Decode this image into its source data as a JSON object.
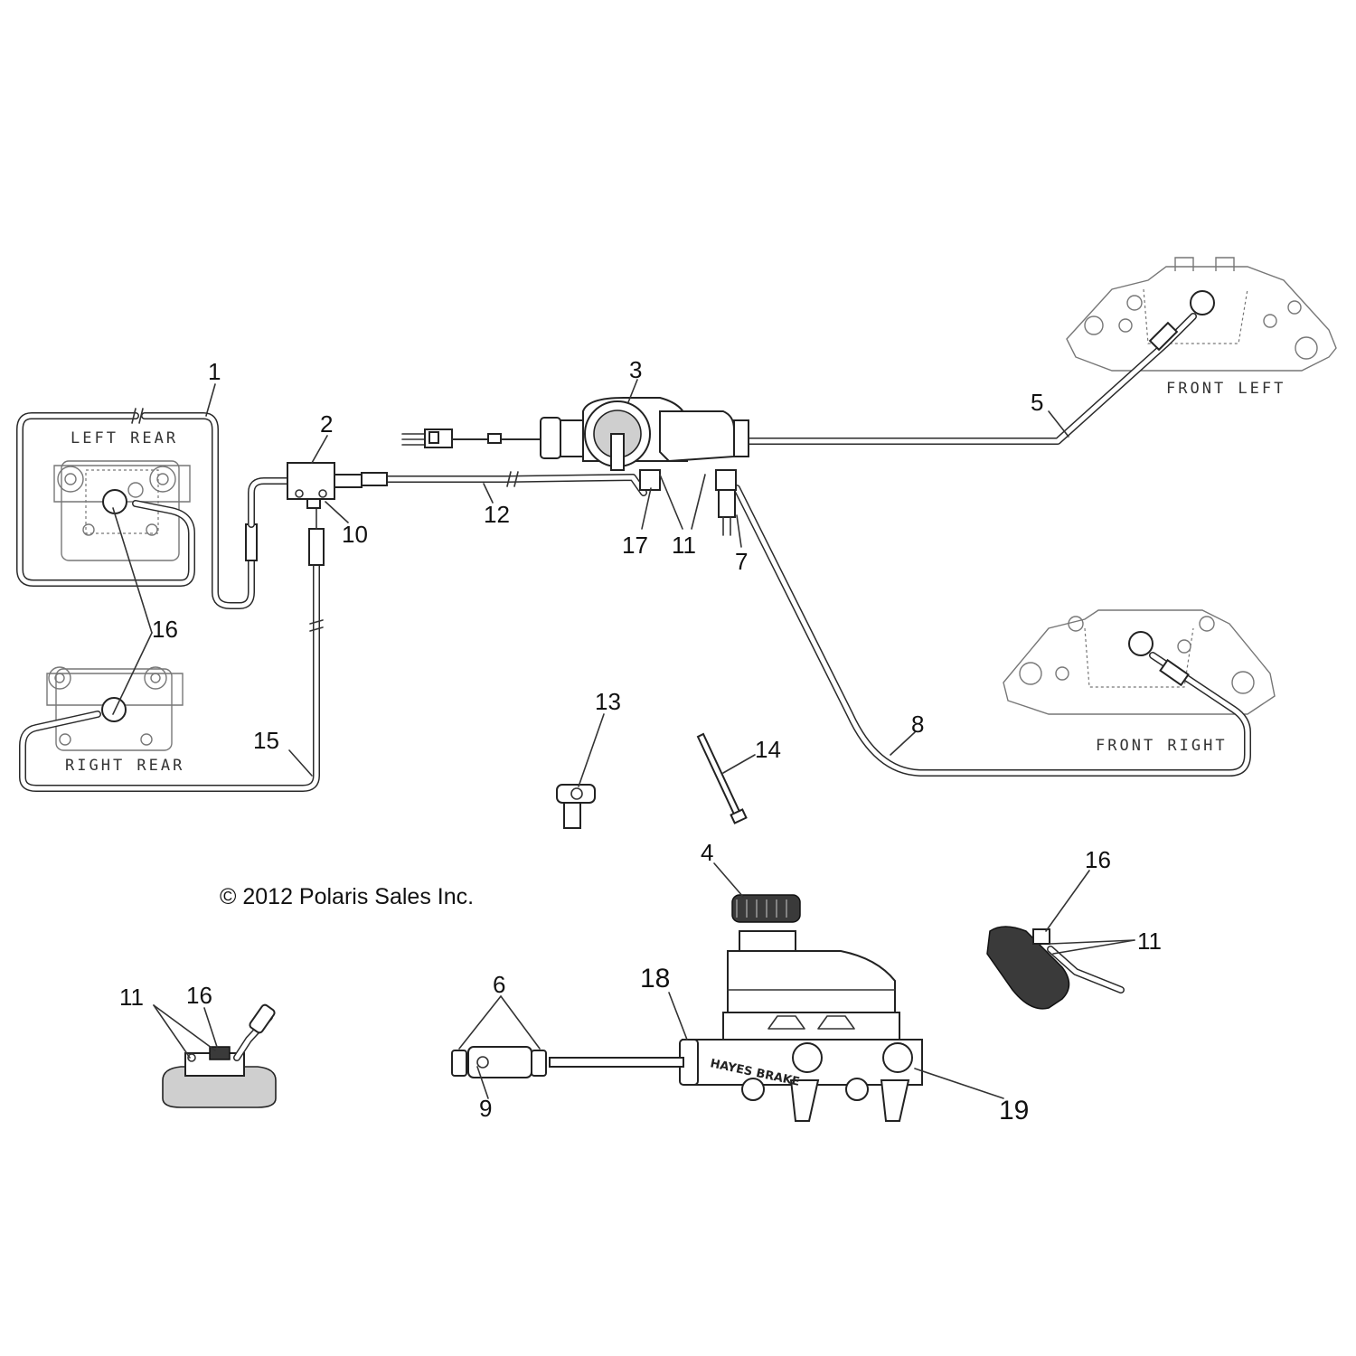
{
  "copyright": "© 2012 Polaris Sales Inc.",
  "captions": {
    "left_rear": "LEFT REAR",
    "right_rear": "RIGHT REAR",
    "front_left": "FRONT LEFT",
    "front_right": "FRONT RIGHT"
  },
  "brand_text": "HAYES BRAKE",
  "callouts": {
    "c1": "1",
    "c2": "2",
    "c3": "3",
    "c4": "4",
    "c5": "5",
    "c6": "6",
    "c7": "7",
    "c8": "8",
    "c9": "9",
    "c10": "10",
    "c11a": "11",
    "c11b": "11",
    "c11c": "11",
    "c12": "12",
    "c13": "13",
    "c14": "14",
    "c15": "15",
    "c16a": "16",
    "c16b": "16",
    "c16c": "16",
    "c17": "17",
    "c18": "18",
    "c19": "19"
  }
}
